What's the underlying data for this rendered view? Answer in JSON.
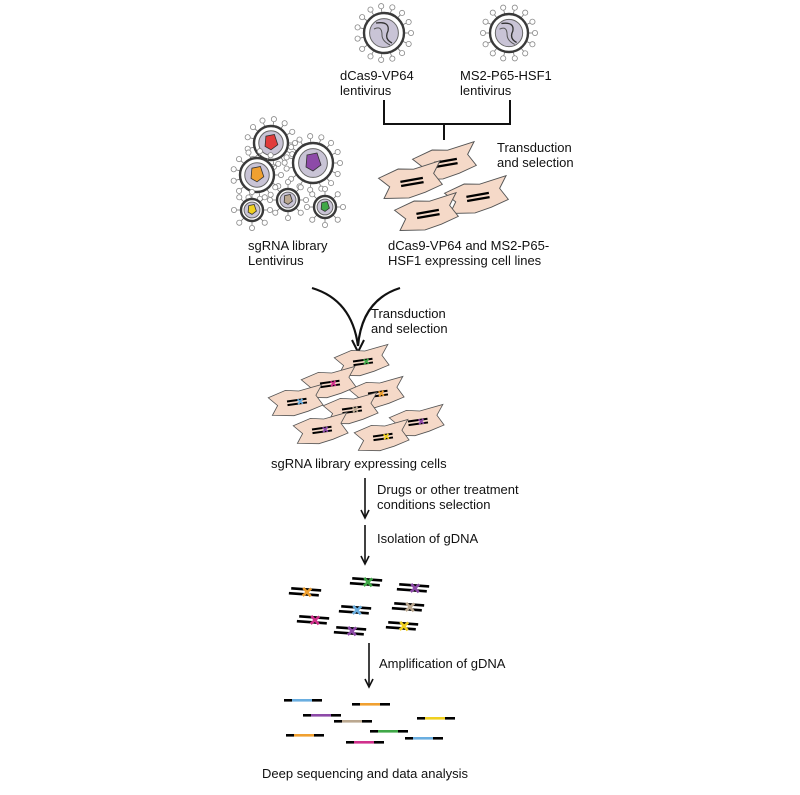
{
  "labels": {
    "dcas9_virus": [
      "dCas9-VP64",
      "lentivirus"
    ],
    "ms2_virus": [
      "MS2-P65-HSF1",
      "lentivirus"
    ],
    "transduction_1": [
      "Transduction",
      "and selection"
    ],
    "library_virus": [
      "sgRNA library",
      "Lentivirus"
    ],
    "cell_lines": [
      "dCas9-VP64 and MS2-P65-",
      "HSF1 expressing cell lines"
    ],
    "transduction_2": [
      "Transduction",
      "and selection"
    ],
    "library_cells": "sgRNA library expressing cells",
    "drug_selection": [
      "Drugs or other treatment",
      "conditions selection"
    ],
    "isolation": "Isolation of gDNA",
    "amplification": "Amplification of gDNA",
    "sequencing": "Deep sequencing and data analysis"
  },
  "colors": {
    "cell_fill": "#f5d9c8",
    "virus_fill": "#c9c4d6",
    "capsid_stroke": "#3a3a3a",
    "sgRNA_marks": [
      "#6aaee0",
      "#f0a030",
      "#8d4aa8",
      "#d0308c",
      "#40a848",
      "#f0d020",
      "#bba890",
      "#e03c3c"
    ]
  }
}
